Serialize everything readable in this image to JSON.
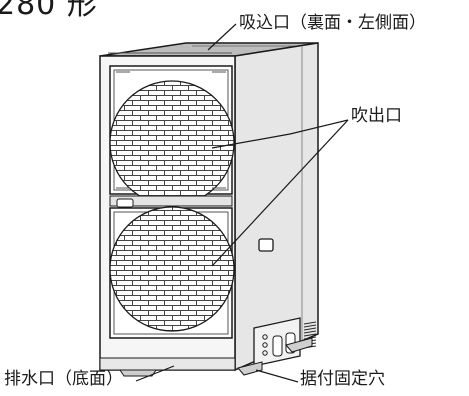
{
  "diagram": {
    "model_label": "280 形",
    "callouts": {
      "intake": "吸込口（裏面・左側面）",
      "outlet": "吹出口",
      "drain": "排水口（底面）",
      "fixing": "据付固定穴"
    }
  },
  "colors": {
    "line": "#1a1a1a",
    "body_face": "#f6f6f6",
    "body_side": "#d9d9d9",
    "body_top": "#bdbdbd",
    "grille": "#2b2b2b"
  }
}
